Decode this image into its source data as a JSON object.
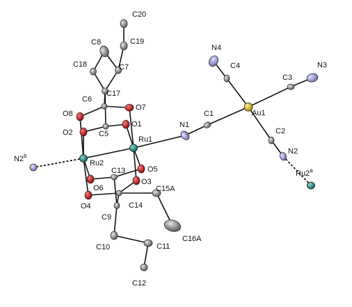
{
  "figure": {
    "type": "ORTEP crystal structure",
    "colors": {
      "ruthenium": "#1e8a82",
      "gold": "#d4b12a",
      "oxygen": "#c81818",
      "nitrogen": "#9a98d8",
      "carbon": "#8c8c8c",
      "bond": "#111111"
    }
  },
  "labels": {
    "Au1": "Au1",
    "C1": "C1",
    "C2": "C2",
    "C3": "C3",
    "C4": "C4",
    "N1": "N1",
    "N2": "N2",
    "N3": "N3",
    "N4": "N4",
    "Ru1": "Ru1",
    "Ru2": "Ru2",
    "N2b": "N2",
    "N2b_sup": "b",
    "Ru2a": "Ru2",
    "Ru2a_sup": "a",
    "O1": "O1",
    "O2": "O2",
    "O3": "O3",
    "O4": "O4",
    "O5": "O5",
    "O6": "O6",
    "O7": "O7",
    "O8": "O8",
    "C5": "C5",
    "C6": "C6",
    "C7": "C7",
    "C8": "C8",
    "C9": "C9",
    "C10": "C10",
    "C11": "C11",
    "C12": "C12",
    "C13": "C13",
    "C14": "C14",
    "C15A": "C15A",
    "C16A": "C16A",
    "C17": "C17",
    "C18": "C18",
    "C19": "C19",
    "C20": "C20"
  }
}
